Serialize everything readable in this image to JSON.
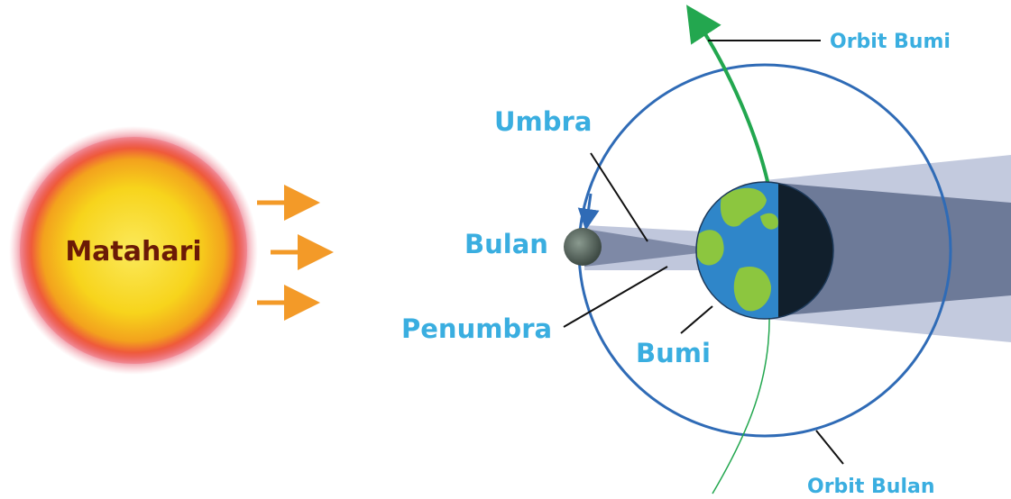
{
  "labels": {
    "sun": "Matahari",
    "moon": "Bulan",
    "earth": "Bumi",
    "umbra": "Umbra",
    "penumbra": "Penumbra",
    "earth_orbit": "Orbit Bumi",
    "moon_orbit": "Orbit Bulan"
  },
  "colors": {
    "label_blue": "#3aaee0",
    "sun_label": "#6b1a06",
    "sun_outer": "#e0344f",
    "sun_core": "#f6d51a",
    "arrow_orange": "#f39a28",
    "moon_orbit": "#2f6bb6",
    "earth_orbit": "#23a74f",
    "earth_ocean": "#2f86c9",
    "earth_land": "#8cc63f",
    "shadow_penumbra": "#b9c1d8",
    "shadow_umbra": "#6d7a98"
  },
  "icons": {
    "sun": "sun-icon",
    "earth": "earth-icon",
    "moon": "moon-icon"
  }
}
